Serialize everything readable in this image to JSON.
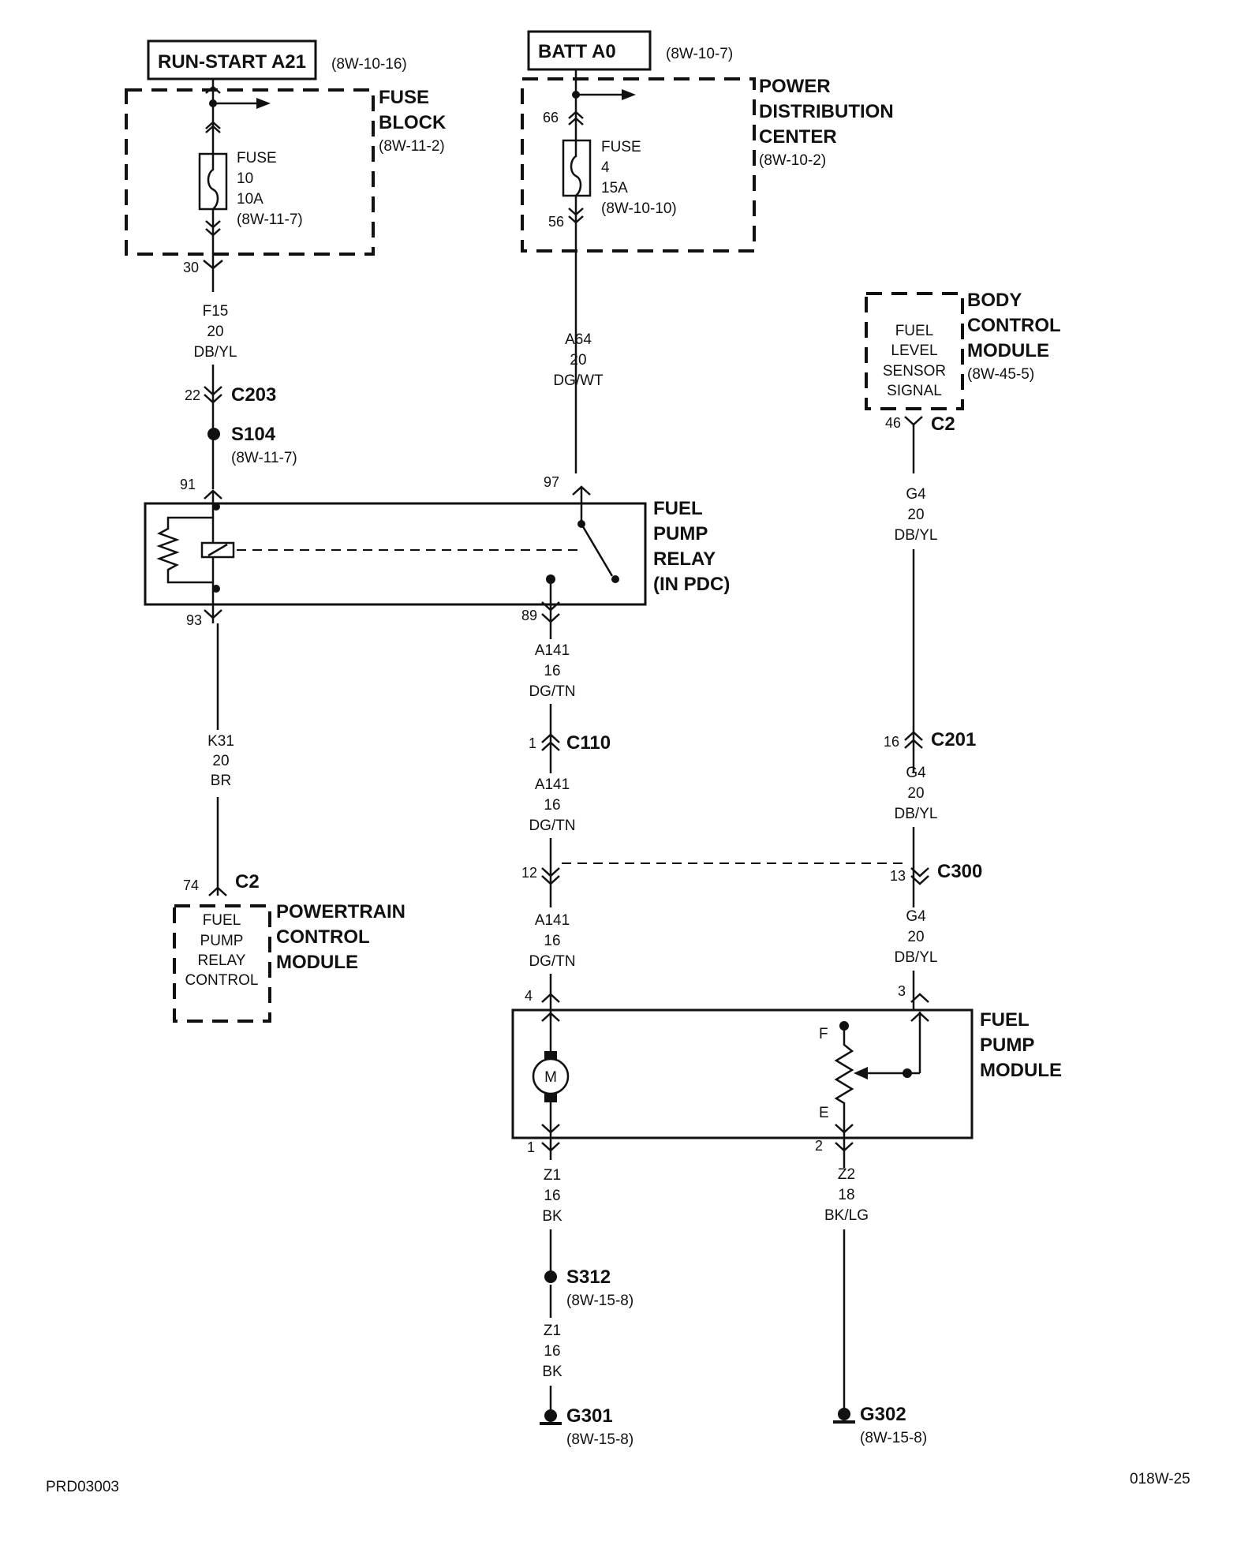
{
  "sources": {
    "run_start": {
      "name": "RUN-START A21",
      "ref": "(8W-10-16)"
    },
    "batt": {
      "name": "BATT A0",
      "ref": "(8W-10-7)"
    }
  },
  "fuse_block": {
    "title1": "FUSE",
    "title2": "BLOCK",
    "ref": "(8W-11-2)",
    "fuse": {
      "l1": "FUSE",
      "l2": "10",
      "l3": "10A",
      "l4": "(8W-11-7)"
    },
    "pin_out": "30"
  },
  "pdc": {
    "title1": "POWER",
    "title2": "DISTRIBUTION",
    "title3": "CENTER",
    "ref": "(8W-10-2)",
    "pin_in": "66",
    "pin_out": "56",
    "fuse": {
      "l1": "FUSE",
      "l2": "4",
      "l3": "15A",
      "l4": "(8W-10-10)"
    }
  },
  "wires": {
    "f15": [
      "F15",
      "20",
      "DB/YL"
    ],
    "a64": [
      "A64",
      "20",
      "DG/WT"
    ],
    "k31": [
      "K31",
      "20",
      "BR"
    ],
    "a141_a": [
      "A141",
      "16",
      "DG/TN"
    ],
    "a141_b": [
      "A141",
      "16",
      "DG/TN"
    ],
    "a141_c": [
      "A141",
      "16",
      "DG/TN"
    ],
    "g4_a": [
      "G4",
      "20",
      "DB/YL"
    ],
    "g4_b": [
      "G4",
      "20",
      "DB/YL"
    ],
    "g4_c": [
      "G4",
      "20",
      "DB/YL"
    ],
    "z1_a": [
      "Z1",
      "16",
      "BK"
    ],
    "z1_b": [
      "Z1",
      "16",
      "BK"
    ],
    "z2": [
      "Z2",
      "18",
      "BK/LG"
    ]
  },
  "connectors": {
    "c203": {
      "name": "C203",
      "pin": "22"
    },
    "c110": {
      "name": "C110",
      "pin": "1"
    },
    "c201": {
      "name": "C201",
      "pin": "16"
    },
    "c300": {
      "name": "C300",
      "pin_left": "12",
      "pin_right": "13"
    },
    "bcm_c2": {
      "name": "C2",
      "pin": "46"
    },
    "pcm_c2": {
      "name": "C2",
      "pin": "74"
    }
  },
  "splices": {
    "s104": {
      "name": "S104",
      "ref": "(8W-11-7)"
    },
    "s312": {
      "name": "S312",
      "ref": "(8W-15-8)"
    }
  },
  "relay": {
    "title1": "FUEL",
    "title2": "PUMP",
    "title3": "RELAY",
    "title4": "(IN PDC)",
    "pin91": "91",
    "pin93": "93",
    "pin97": "97",
    "pin89": "89"
  },
  "bcm": {
    "title1": "BODY",
    "title2": "CONTROL",
    "title3": "MODULE",
    "ref": "(8W-45-5)",
    "inner": [
      "FUEL",
      "LEVEL",
      "SENSOR",
      "SIGNAL"
    ]
  },
  "pcm": {
    "title1": "POWERTRAIN",
    "title2": "CONTROL",
    "title3": "MODULE",
    "inner": [
      "FUEL",
      "PUMP",
      "RELAY",
      "CONTROL"
    ]
  },
  "pump_module": {
    "title1": "FUEL",
    "title2": "PUMP",
    "title3": "MODULE",
    "pin4": "4",
    "pin3": "3",
    "pin1": "1",
    "pin2": "2",
    "motor": "M",
    "sender_f": "F",
    "sender_e": "E"
  },
  "grounds": {
    "g301": {
      "name": "G301",
      "ref": "(8W-15-8)"
    },
    "g302": {
      "name": "G302",
      "ref": "(8W-15-8)"
    }
  },
  "footer": {
    "left": "PRD03003",
    "right": "018W-25"
  }
}
